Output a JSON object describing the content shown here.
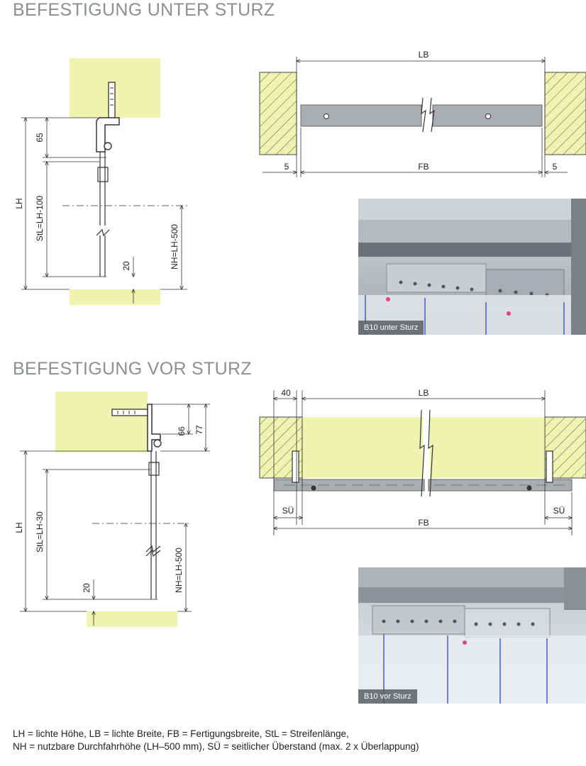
{
  "titles": {
    "unter": "BEFESTIGUNG UNTER STURZ",
    "vor": "BEFESTIGUNG VOR STURZ"
  },
  "unter_side": {
    "d65": "65",
    "lh": "LH",
    "stl": "StL=LH-100",
    "nh": "NH=LH-500",
    "d20": "20"
  },
  "unter_front": {
    "lb": "LB",
    "fb": "FB",
    "left5": "5",
    "right5": "5"
  },
  "vor_side": {
    "d66": "66",
    "d77": "77",
    "lh": "LH",
    "stl": "StL=LH-30",
    "nh": "NH=LH-500",
    "d20": "20"
  },
  "vor_front": {
    "d40": "40",
    "lb": "LB",
    "su_left": "SÜ",
    "su_right": "SÜ",
    "fb": "FB"
  },
  "photos": {
    "unter_caption": "B10 unter Sturz",
    "vor_caption": "B10 vor Sturz"
  },
  "legend": {
    "line1": "LH = lichte Höhe, LB = lichte Breite, FB = Fertigungsbreite, StL = Streifenlänge,",
    "line2": "NH = nutzbare Durchfahrhöhe (LH–500 mm), SÜ = seitlicher Überstand (max. 2 x Überlappung)"
  },
  "colors": {
    "wall": "#eef3b0",
    "rail": "#a9adb1",
    "title": "#8a9094"
  }
}
